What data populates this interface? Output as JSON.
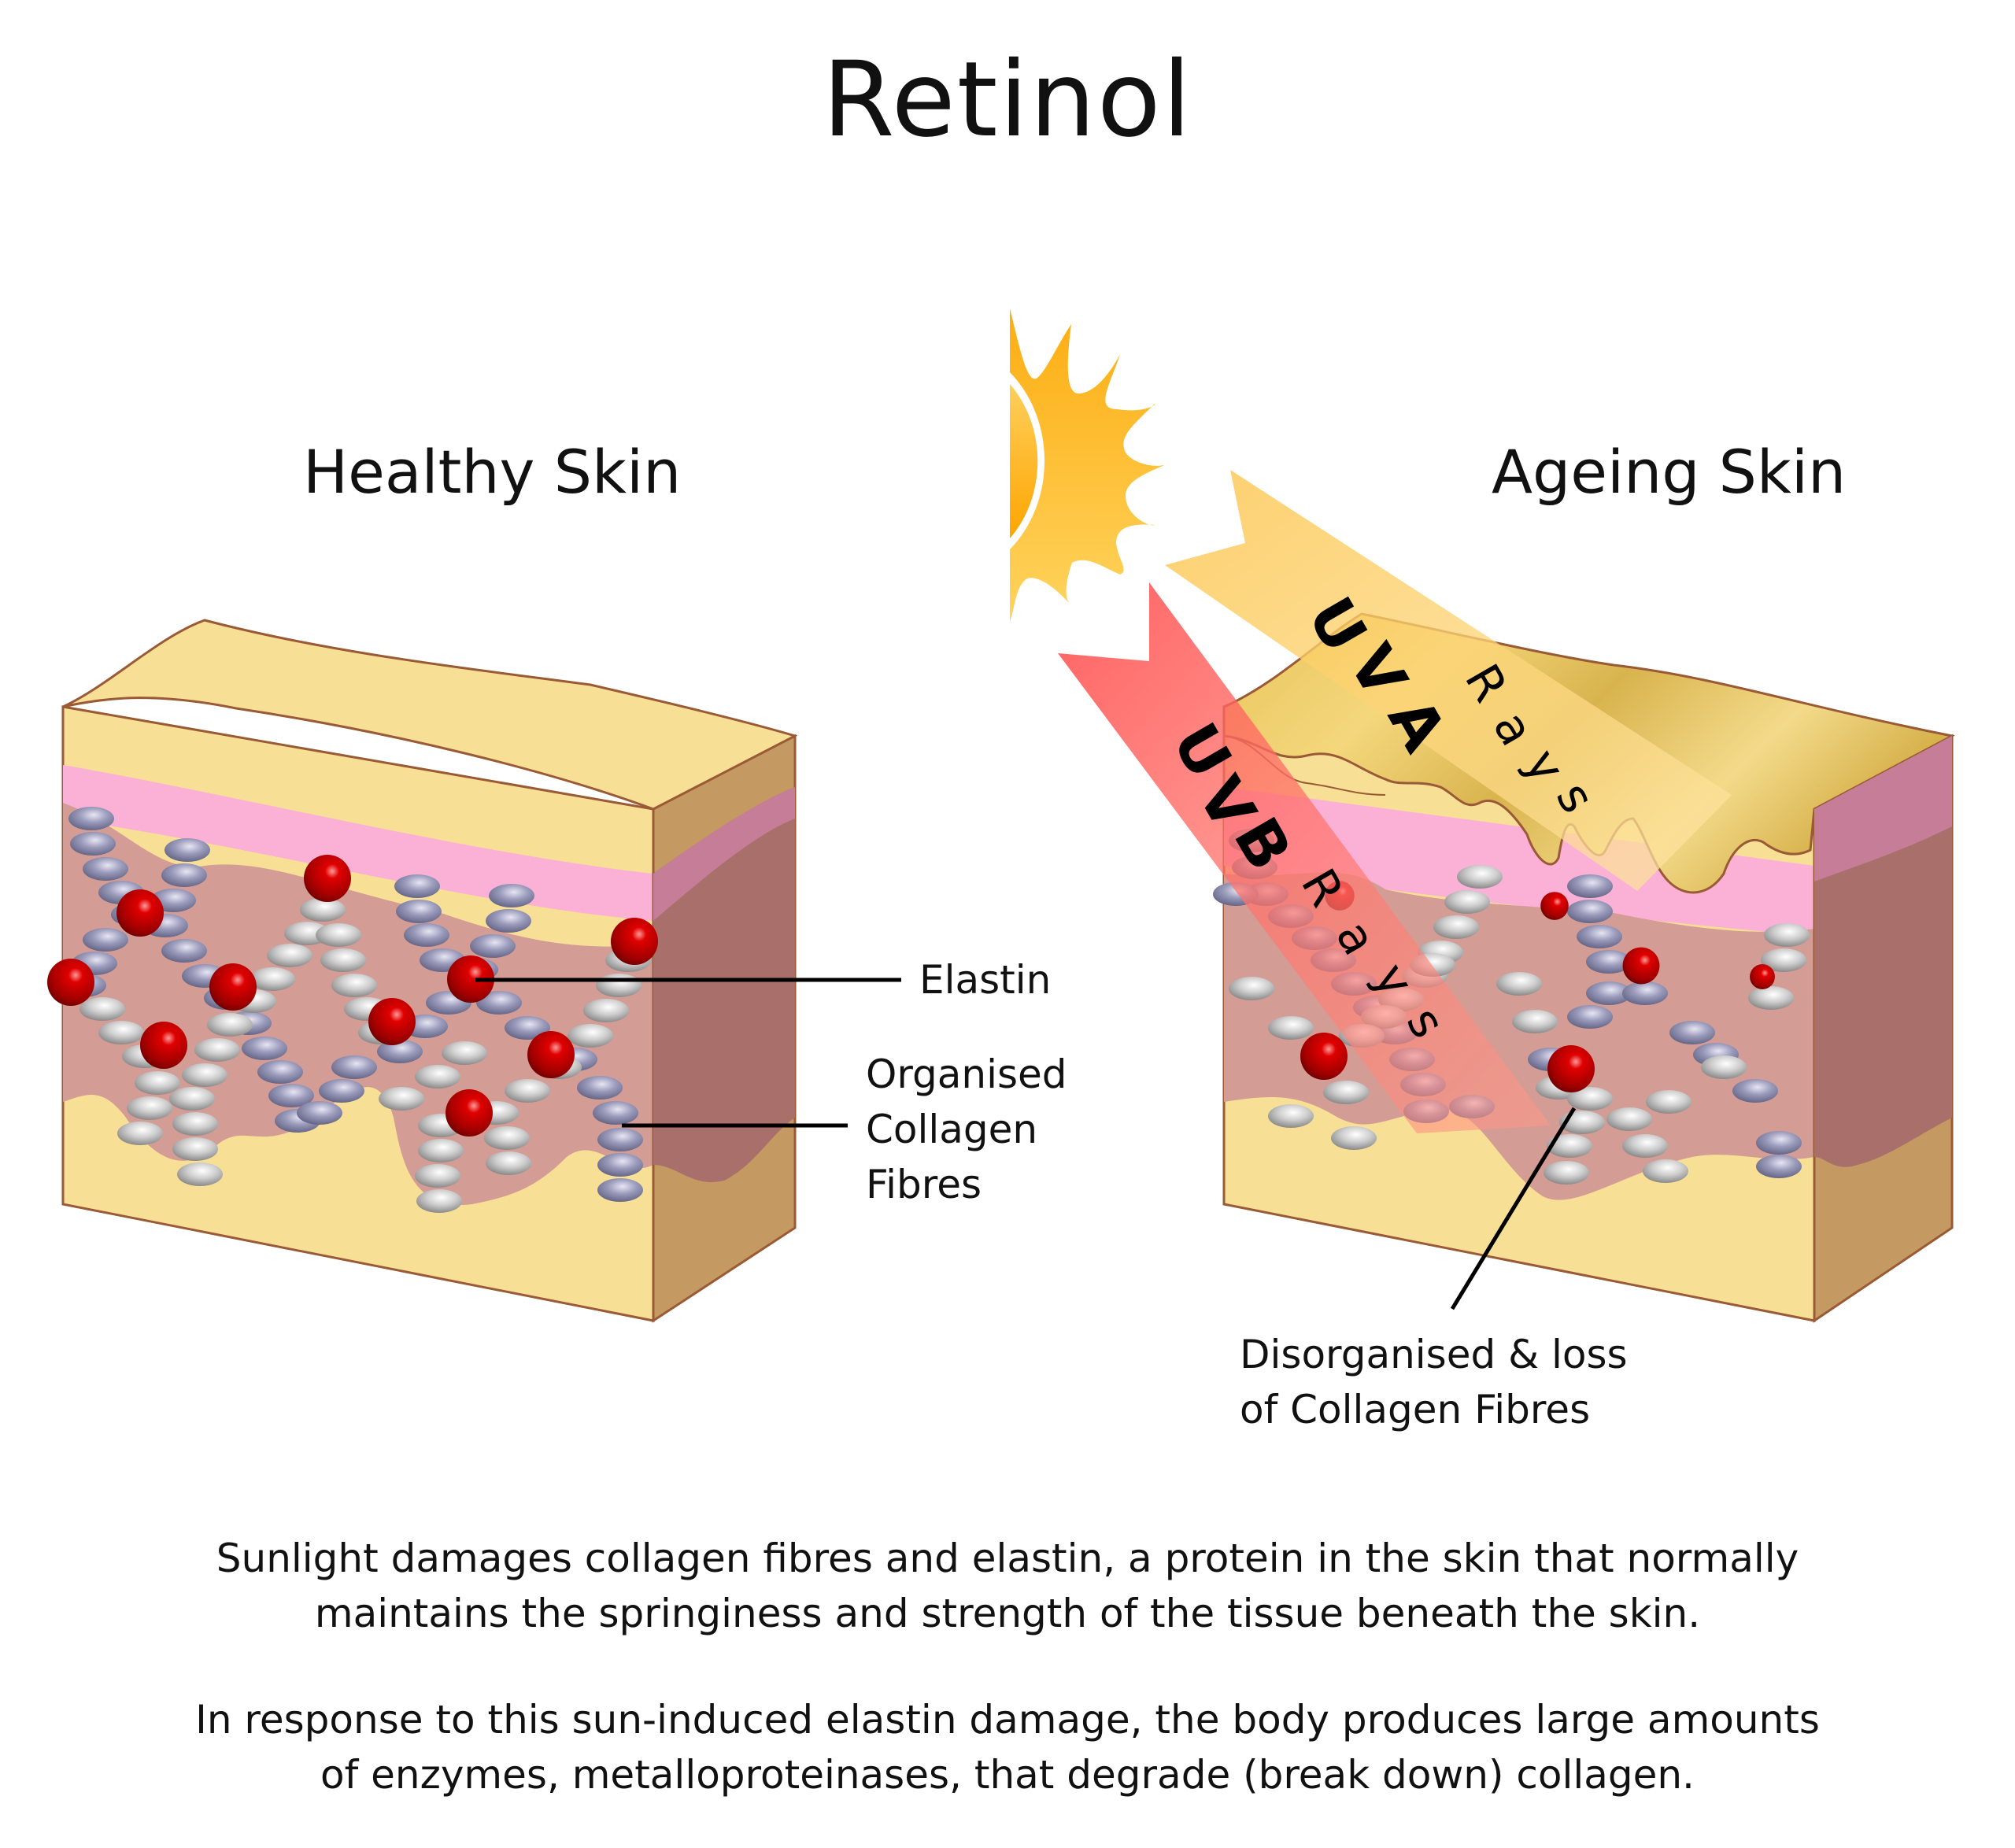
{
  "title": "Retinol",
  "panels": {
    "healthy": {
      "title": "Healthy Skin",
      "labels": {
        "elastin": "Elastin",
        "collagen_line1": "Organised",
        "collagen_line2": "Collagen",
        "collagen_line3": "Fibres"
      }
    },
    "ageing": {
      "title": "Ageing Skin",
      "labels": {
        "disorg_line1": "Disorganised & loss",
        "disorg_line2": "of Collagen Fibres"
      },
      "rays": {
        "uva": {
          "letters": [
            "U",
            "V",
            "A",
            "R",
            "a",
            "y",
            "s"
          ],
          "label": "UVA Rays"
        },
        "uvb": {
          "letters": [
            "U",
            "V",
            "B",
            "R",
            "a",
            "y",
            "s"
          ],
          "label": "UVB Rays"
        }
      }
    }
  },
  "description": {
    "para1_line1": "Sunlight damages collagen fibres and elastin, a protein in the skin that normally",
    "para1_line2": "maintains the springiness and strength of the tissue beneath the skin.",
    "para2_line1": "In response to this sun-induced elastin damage, the body produces large amounts",
    "para2_line2": "of enzymes, metalloproteinases, that degrade (break down) collagen."
  },
  "colors": {
    "epidermis": "#f7df95",
    "skin_side": "#c49a62",
    "pink_layer": "#fbb0d5",
    "dermis": "#d39c94",
    "dermis_side": "#a96f6a",
    "outline": "#9a5a36",
    "collagen_blue": "#8e8eaf",
    "collagen_grey": "#c8c8c8",
    "elastin_red": "#c40000",
    "sun": "#fdb415",
    "uva": "#fcc95a",
    "uvb": "#ff5e5e"
  }
}
